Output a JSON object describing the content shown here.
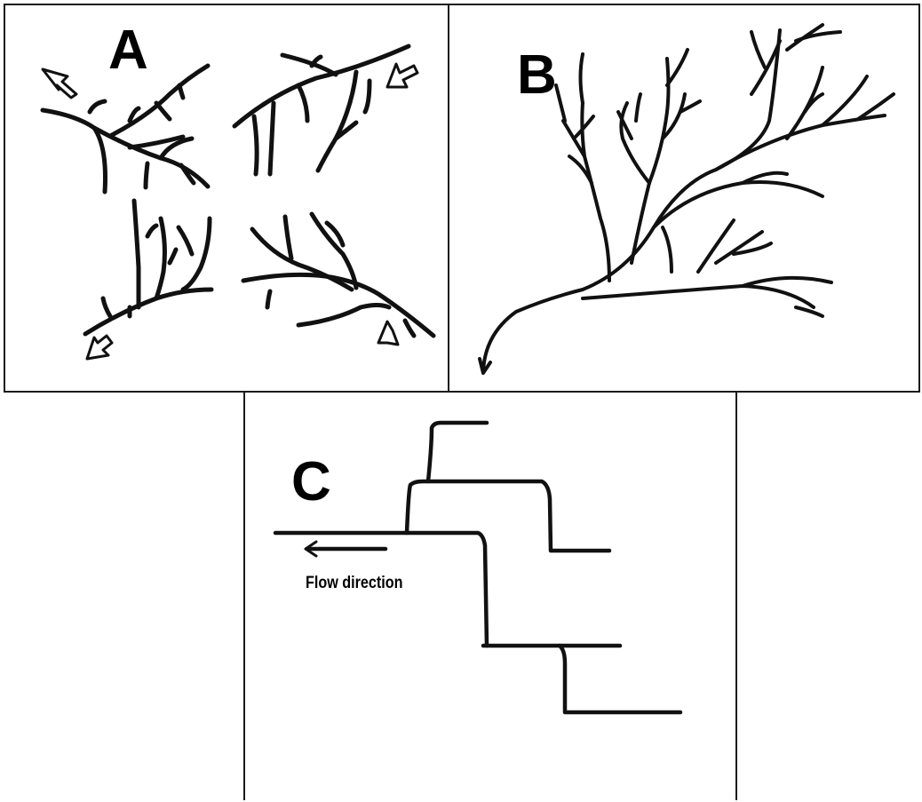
{
  "panels": {
    "a": {
      "label": "A"
    },
    "b": {
      "label": "B"
    },
    "c": {
      "label": "C",
      "flow_label": "Flow direction"
    }
  }
}
